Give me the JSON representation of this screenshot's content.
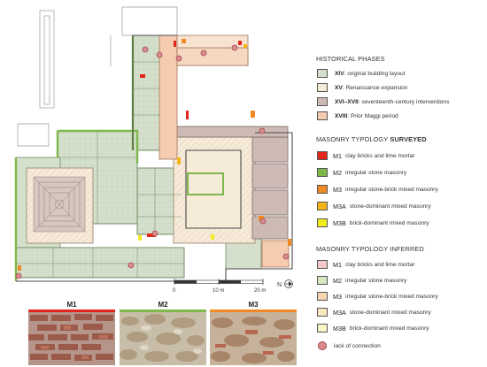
{
  "legend": {
    "historical_phases_title": "HISTORICAL PHASES",
    "phases": [
      {
        "code": "XIV",
        "label": ": original building layout",
        "color": "#d4e0cc"
      },
      {
        "code": "XV",
        "label": ": Renaissance expansion",
        "color": "#f6ead8"
      },
      {
        "code": "XVI–XVII",
        "label": ": seventeenth-century interventions",
        "color": "#cdbab5"
      },
      {
        "code": "XVIII",
        "label": ": Prior Maggi period",
        "color": "#f5ccb0"
      }
    ],
    "surveyed_title_plain": "MASONRY TYPOLOGY",
    "surveyed_title_bold": "SURVEYED",
    "surveyed": [
      {
        "code": "M1",
        "label": "clay bricks and lime mortar",
        "color": "#e3261c"
      },
      {
        "code": "M2",
        "label": "irregular stone masonry",
        "color": "#7fb84a"
      },
      {
        "code": "M3",
        "label": "irregular stone-brick mixed masonry",
        "color": "#f08a24"
      },
      {
        "code": "M3A",
        "label": "stone-dominant mixed masonry",
        "color": "#f4b41a"
      },
      {
        "code": "M3B",
        "label": "brick-dominant mixed masonry",
        "color": "#f2ee1d"
      }
    ],
    "inferred_title": "MASONRY TYPOLOGY INFERRED",
    "inferred": [
      {
        "code": "M1",
        "label": "clay bricks and lime mortar",
        "color": "#f6c9c9"
      },
      {
        "code": "M2",
        "label": "irregular stone masonry",
        "color": "#d4e8c2"
      },
      {
        "code": "M3",
        "label": "irregular stone-brick mixed masonry",
        "color": "#f7d4b2"
      },
      {
        "code": "M3A",
        "label": "stone-dominant mixed masonry",
        "color": "#f8e8c0"
      },
      {
        "code": "M3B",
        "label": "brick-dominant mixed masonry",
        "color": "#f9f5c6"
      }
    ],
    "connection_label": "lack of connection"
  },
  "scale": {
    "tick_0": "0",
    "tick_10": "10 m",
    "tick_20": "20 m",
    "north_label": "N"
  },
  "photos": [
    {
      "label": "M1",
      "bar_color": "#e3261c"
    },
    {
      "label": "M2",
      "bar_color": "#7fb84a"
    },
    {
      "label": "M3",
      "bar_color": "#f08a24"
    }
  ]
}
